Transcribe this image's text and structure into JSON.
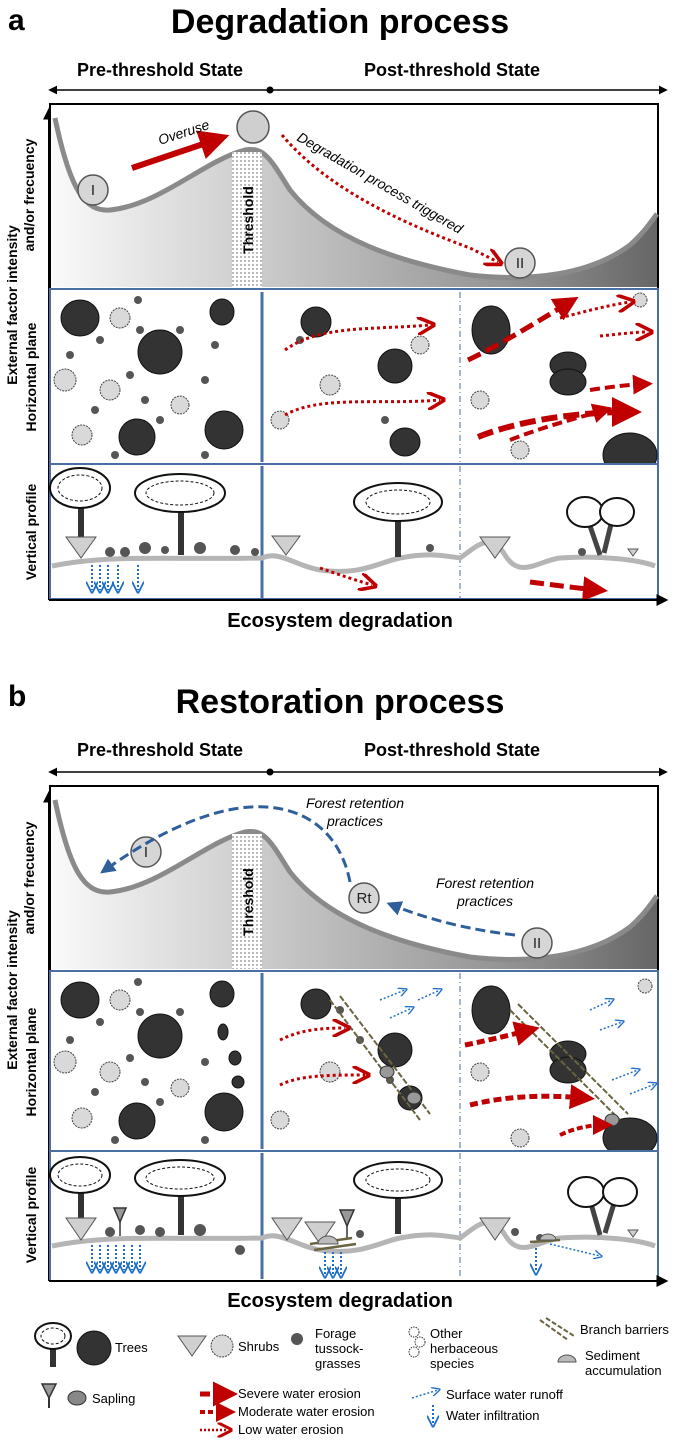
{
  "panel_a": {
    "letter": "a",
    "title": "Degradation process",
    "pre_state": "Pre-threshold State",
    "post_state": "Post-threshold State",
    "y_axis": [
      "External factor intensity",
      "and/or frecuency"
    ],
    "threshold": "Threshold",
    "overuse": "Overuse",
    "degradation_triggered": "Degradation process triggered",
    "ball_1": "I",
    "ball_2": "II",
    "row_horizontal": "Horizontal plane",
    "row_vertical": "Vertical profile",
    "x_axis": "Ecosystem degradation"
  },
  "panel_b": {
    "letter": "b",
    "title": "Restoration process",
    "pre_state": "Pre-threshold State",
    "post_state": "Post-threshold State",
    "y_axis": [
      "External factor intensity",
      "and/or frecuency"
    ],
    "threshold": "Threshold",
    "practices_1": [
      "Forest retention",
      "practices"
    ],
    "practices_2": [
      "Forest retention",
      "practices"
    ],
    "ball_1": "I",
    "ball_rt": "Rt",
    "ball_2": "II",
    "row_horizontal": "Horizontal plane",
    "row_vertical": "Vertical profile",
    "x_axis": "Ecosystem degradation"
  },
  "legend": {
    "trees": "Trees",
    "shrubs": "Shrubs",
    "forage": [
      "Forage",
      "tussock-",
      "grasses"
    ],
    "other": [
      "Other",
      "herbaceous",
      "species"
    ],
    "branch": "Branch barriers",
    "sediment": [
      "Sediment",
      "accumulation"
    ],
    "sapling": "Sapling",
    "severe": "Severe water erosion",
    "moderate": "Moderate water erosion",
    "low": "Low water erosion",
    "runoff": "Surface water runoff",
    "infiltration": "Water infiltration"
  },
  "colors": {
    "frame_blue": "#4a6fa5",
    "erosion_red": "#c00000",
    "restore_blue": "#2e5f9a",
    "water_blue": "#1f6fc8",
    "ground_gray": "#b5b5b5",
    "tree_dark": "#333333",
    "shrub_light": "#d8d8d8"
  }
}
